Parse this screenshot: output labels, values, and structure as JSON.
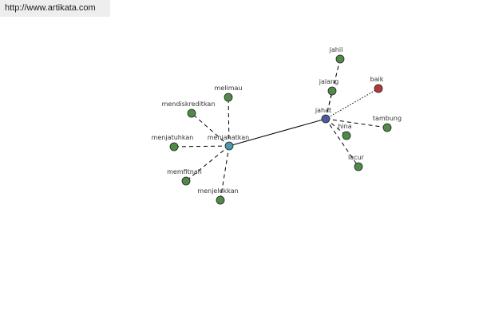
{
  "source_url": "http://www.artikata.com",
  "colors": {
    "edge": "#000000",
    "node_border": "#222222",
    "node_default": "#4f8a47",
    "node_center": "#4a9aa8",
    "node_hub": "#4b5a9e",
    "node_antonym": "#b03a3a"
  },
  "graph": {
    "nodes": [
      {
        "id": "menjahatkan",
        "label": "menjahatkan",
        "role": "center"
      },
      {
        "id": "jahat",
        "label": "jahat",
        "role": "hub"
      },
      {
        "id": "melimau",
        "label": "melimau",
        "role": "default"
      },
      {
        "id": "mendiskreditkan",
        "label": "mendiskreditkan",
        "role": "default"
      },
      {
        "id": "menjatuhkan",
        "label": "menjatuhkan",
        "role": "default"
      },
      {
        "id": "memfitnah",
        "label": "memfitnah",
        "role": "default"
      },
      {
        "id": "menjelekkan",
        "label": "menjelekkan",
        "role": "default"
      },
      {
        "id": "jahil",
        "label": "jahil",
        "role": "default"
      },
      {
        "id": "jalang",
        "label": "jalang",
        "role": "default"
      },
      {
        "id": "baik",
        "label": "baik",
        "role": "antonym"
      },
      {
        "id": "tambung",
        "label": "tambung",
        "role": "default"
      },
      {
        "id": "hina",
        "label": "hina",
        "role": "default"
      },
      {
        "id": "lacur",
        "label": "lacur",
        "role": "default"
      }
    ],
    "edges": [
      {
        "from": "menjahatkan",
        "to": "jahat",
        "style": "solid"
      },
      {
        "from": "menjahatkan",
        "to": "melimau",
        "style": "dashed"
      },
      {
        "from": "menjahatkan",
        "to": "mendiskreditkan",
        "style": "dashed"
      },
      {
        "from": "menjahatkan",
        "to": "menjatuhkan",
        "style": "dashed"
      },
      {
        "from": "menjahatkan",
        "to": "memfitnah",
        "style": "dashed"
      },
      {
        "from": "menjahatkan",
        "to": "menjelekkan",
        "style": "dashed"
      },
      {
        "from": "jahat",
        "to": "jahil",
        "style": "dashed"
      },
      {
        "from": "jahat",
        "to": "jalang",
        "style": "dashed"
      },
      {
        "from": "jahat",
        "to": "baik",
        "style": "dotted"
      },
      {
        "from": "jahat",
        "to": "tambung",
        "style": "dashed"
      },
      {
        "from": "jahat",
        "to": "hina",
        "style": "dashed"
      },
      {
        "from": "jahat",
        "to": "lacur",
        "style": "dashed"
      }
    ]
  }
}
